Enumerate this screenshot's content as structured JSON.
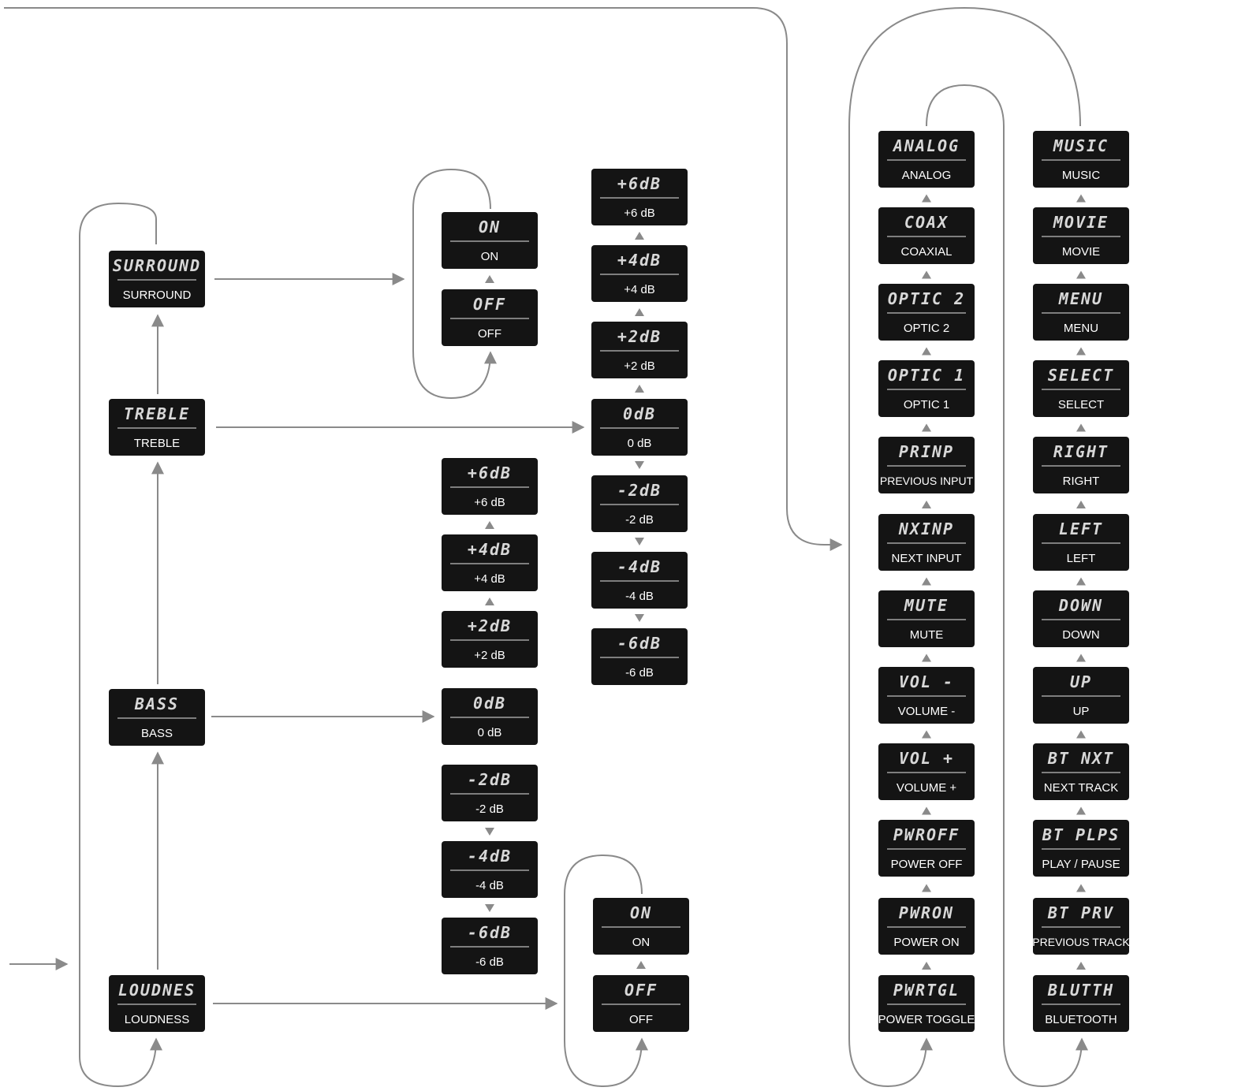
{
  "colors": {
    "box_fill": "#141414",
    "lcd_text": "#d8d8d8",
    "caption_text": "#ffffff",
    "connector": "#8a8a8a",
    "background": "#ffffff"
  },
  "menu": {
    "surround": {
      "lcd": "SURROUND",
      "caption": "SURROUND"
    },
    "treble": {
      "lcd": "TREBLE",
      "caption": "TREBLE"
    },
    "bass": {
      "lcd": "BASS",
      "caption": "BASS"
    },
    "loudness": {
      "lcd": "LOUDNES",
      "caption": "LOUDNESS"
    }
  },
  "surround_options": [
    {
      "lcd": "ON",
      "caption": "ON"
    },
    {
      "lcd": "OFF",
      "caption": "OFF"
    }
  ],
  "loudness_options": [
    {
      "lcd": "ON",
      "caption": "ON"
    },
    {
      "lcd": "OFF",
      "caption": "OFF"
    }
  ],
  "treble_levels": [
    {
      "lcd": "+6dB",
      "caption": "+6 dB"
    },
    {
      "lcd": "+4dB",
      "caption": "+4 dB"
    },
    {
      "lcd": "+2dB",
      "caption": "+2 dB"
    },
    {
      "lcd": "0dB",
      "caption": "0 dB"
    },
    {
      "lcd": "-2dB",
      "caption": "-2 dB"
    },
    {
      "lcd": "-4dB",
      "caption": "-4 dB"
    },
    {
      "lcd": "-6dB",
      "caption": "-6 dB"
    }
  ],
  "bass_levels": [
    {
      "lcd": "+6dB",
      "caption": "+6 dB"
    },
    {
      "lcd": "+4dB",
      "caption": "+4 dB"
    },
    {
      "lcd": "+2dB",
      "caption": "+2 dB"
    },
    {
      "lcd": "0dB",
      "caption": "0 dB"
    },
    {
      "lcd": "-2dB",
      "caption": "-2 dB"
    },
    {
      "lcd": "-4dB",
      "caption": "-4 dB"
    },
    {
      "lcd": "-6dB",
      "caption": "-6 dB"
    }
  ],
  "input_commands": [
    {
      "lcd": "ANALOG",
      "caption": "ANALOG"
    },
    {
      "lcd": "COAX",
      "caption": "COAXIAL"
    },
    {
      "lcd": "OPTIC 2",
      "caption": "OPTIC 2"
    },
    {
      "lcd": "OPTIC 1",
      "caption": "OPTIC 1"
    },
    {
      "lcd": "PRINP",
      "caption": "PREVIOUS INPUT"
    },
    {
      "lcd": "NXINP",
      "caption": "NEXT INPUT"
    },
    {
      "lcd": "MUTE",
      "caption": "MUTE"
    },
    {
      "lcd": "VOL -",
      "caption": "VOLUME -"
    },
    {
      "lcd": "VOL +",
      "caption": "VOLUME +"
    },
    {
      "lcd": "PWROFF",
      "caption": "POWER OFF"
    },
    {
      "lcd": "PWRON",
      "caption": "POWER ON"
    },
    {
      "lcd": "PWRTGL",
      "caption": "POWER TOGGLE"
    }
  ],
  "control_commands": [
    {
      "lcd": "MUSIC",
      "caption": "MUSIC"
    },
    {
      "lcd": "MOVIE",
      "caption": "MOVIE"
    },
    {
      "lcd": "MENU",
      "caption": "MENU"
    },
    {
      "lcd": "SELECT",
      "caption": "SELECT"
    },
    {
      "lcd": "RIGHT",
      "caption": "RIGHT"
    },
    {
      "lcd": "LEFT",
      "caption": "LEFT"
    },
    {
      "lcd": "DOWN",
      "caption": "DOWN"
    },
    {
      "lcd": "UP",
      "caption": "UP"
    },
    {
      "lcd": "BT NXT",
      "caption": "NEXT TRACK"
    },
    {
      "lcd": "BT PLPS",
      "caption": "PLAY / PAUSE"
    },
    {
      "lcd": "BT PRV",
      "caption": "PREVIOUS TRACK"
    },
    {
      "lcd": "BLUTTH",
      "caption": "BLUETOOTH"
    }
  ]
}
